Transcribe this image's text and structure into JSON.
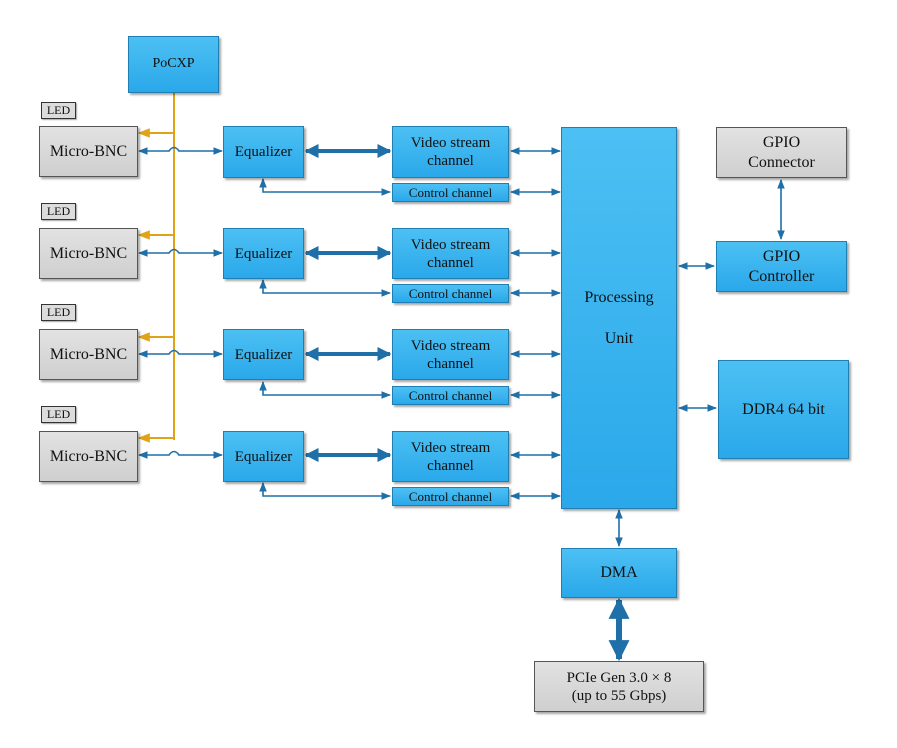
{
  "blocks": {
    "pocxp": "PoCXP",
    "led": [
      "LED",
      "LED",
      "LED",
      "LED"
    ],
    "micro_bnc": [
      "Micro-BNC",
      "Micro-BNC",
      "Micro-BNC",
      "Micro-BNC"
    ],
    "equalizer": [
      "Equalizer",
      "Equalizer",
      "Equalizer",
      "Equalizer"
    ],
    "video_stream": [
      "Video stream channel",
      "Video stream channel",
      "Video stream channel",
      "Video stream channel"
    ],
    "control_channel": [
      "Control channel",
      "Control channel",
      "Control channel",
      "Control channel"
    ],
    "processing_unit_line1": "Processing",
    "processing_unit_line2": "Unit",
    "gpio_connector_line1": "GPIO",
    "gpio_connector_line2": "Connector",
    "gpio_controller_line1": "GPIO",
    "gpio_controller_line2": "Controller",
    "ddr4": "DDR4 64 bit",
    "dma": "DMA",
    "pcie_line1": "PCIe Gen 3.0 × 8",
    "pcie_line2": "(up to 55 Gbps)"
  },
  "colors": {
    "block_fill": "#2aa8ea",
    "block_border": "#1f7fb3",
    "external_fill": "#d6d6d6",
    "data_link": "#1f6fa8",
    "power_link": "#e0a318"
  }
}
